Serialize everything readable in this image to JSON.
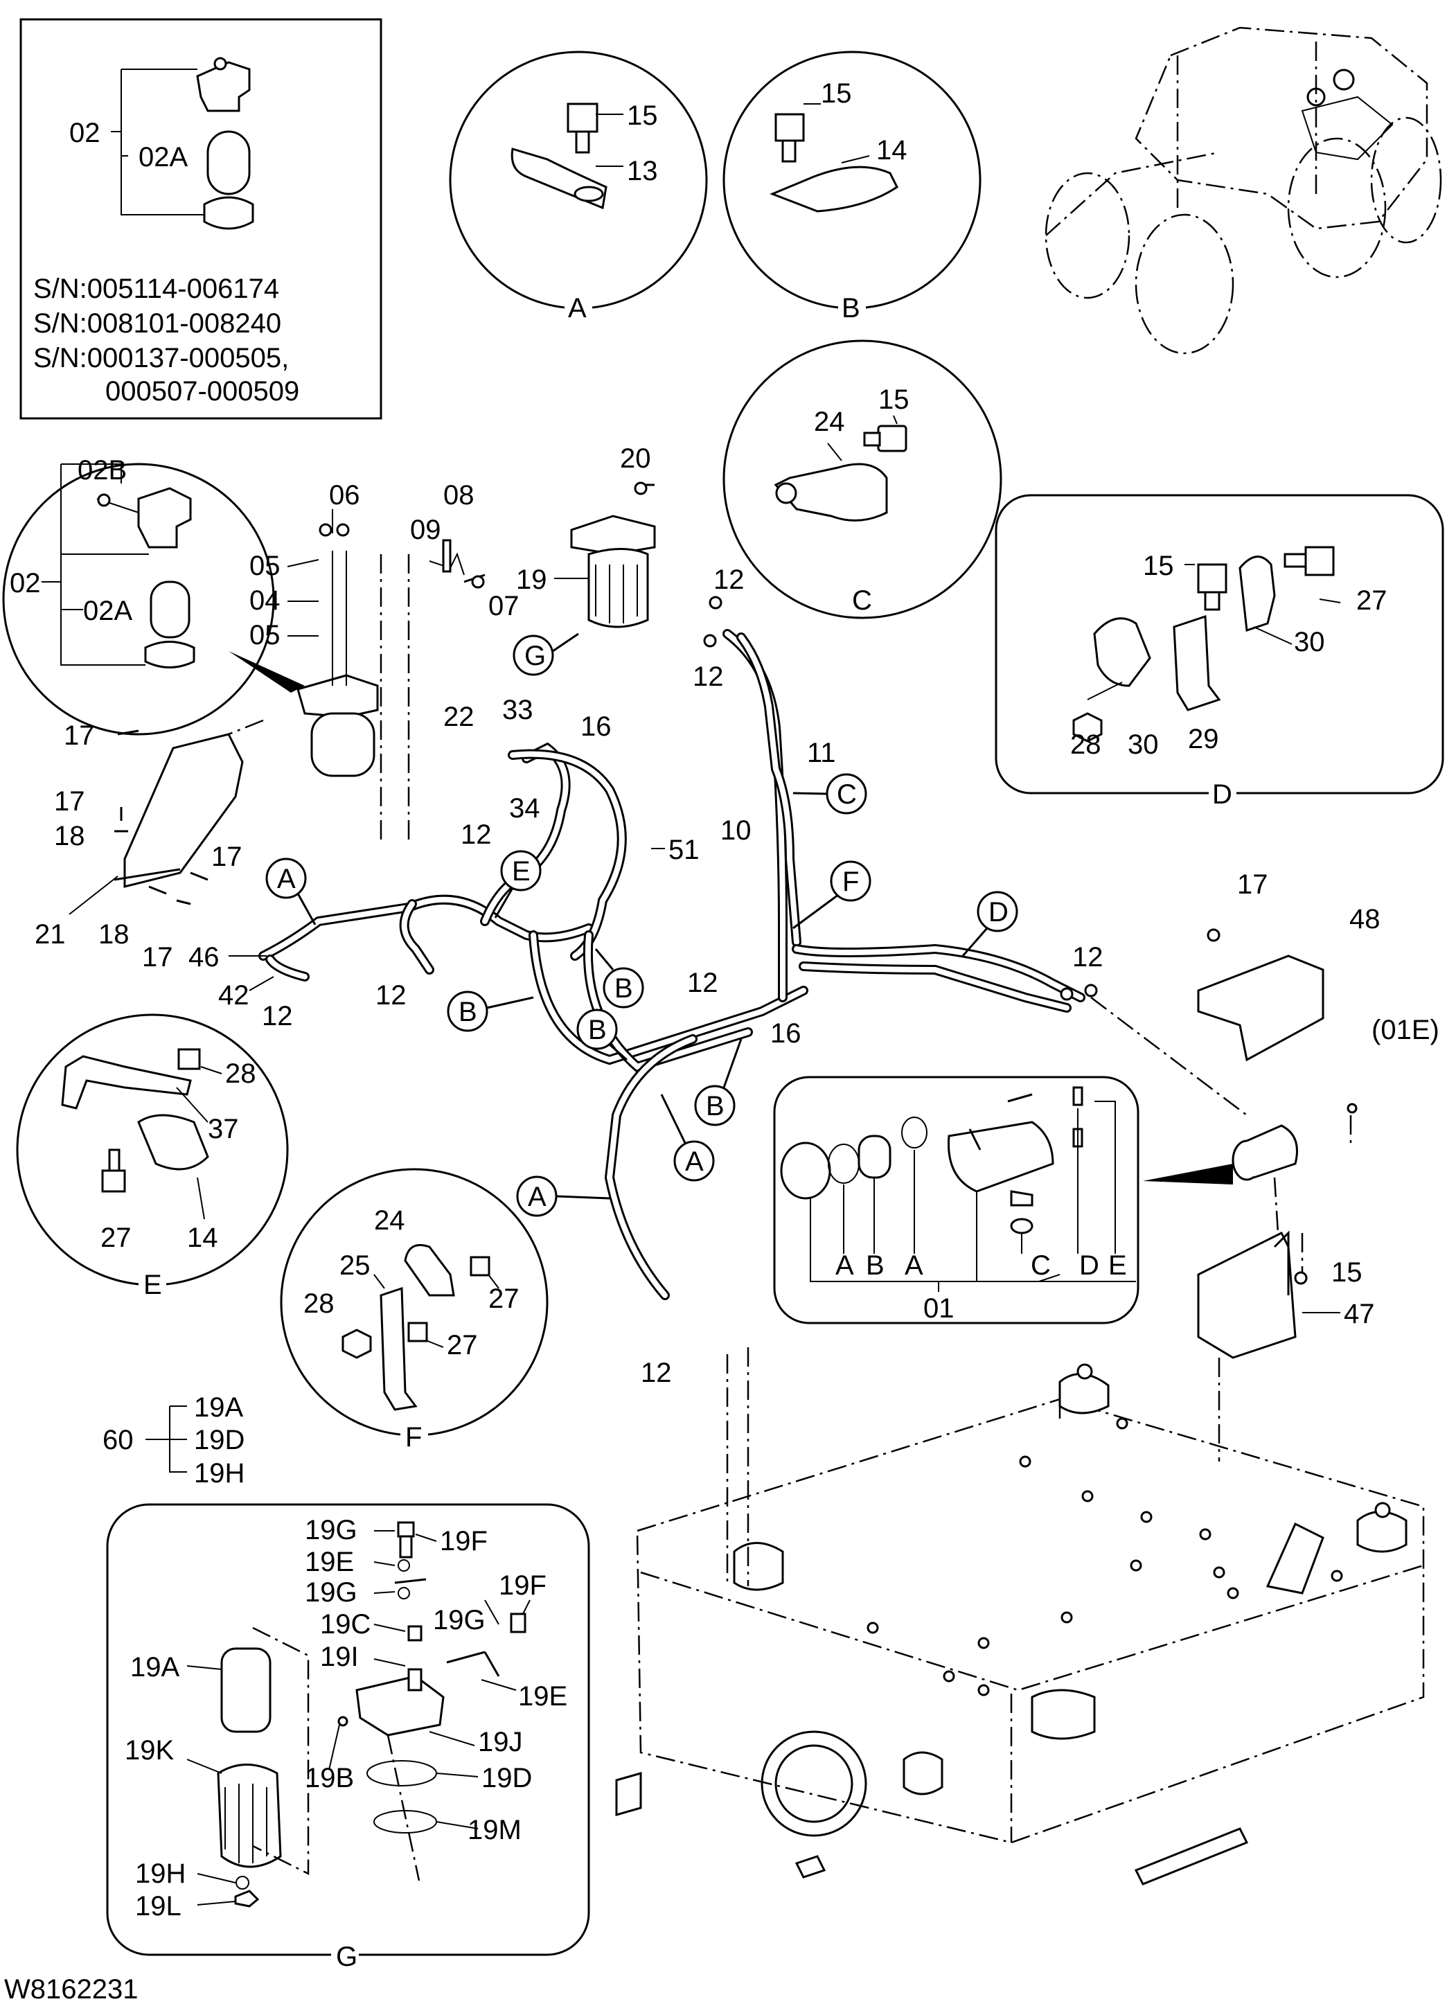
{
  "drawing_id": "W8162231",
  "serial_box": {
    "lines": [
      "S/N:005114-006174",
      "S/N:008101-008240",
      "S/N:000137-000505,",
      "000507-000509"
    ],
    "labels": [
      "02",
      "02A"
    ]
  },
  "callouts": {
    "A": "A",
    "B": "B",
    "C": "C",
    "D": "D",
    "E": "E",
    "F": "F",
    "G": "G"
  },
  "detail_A": {
    "labels": [
      "15",
      "13"
    ],
    "caption": "A"
  },
  "detail_B": {
    "labels": [
      "15",
      "14"
    ],
    "caption": "B"
  },
  "detail_C": {
    "labels": [
      "24",
      "15"
    ],
    "caption": "C"
  },
  "detail_D": {
    "labels": [
      "15",
      "27",
      "30",
      "28",
      "30",
      "29"
    ],
    "caption": "D"
  },
  "detail_E": {
    "labels": [
      "28",
      "37",
      "27",
      "14"
    ],
    "caption": "E"
  },
  "detail_F": {
    "labels": [
      "24",
      "25",
      "27",
      "28",
      "27"
    ],
    "caption": "F"
  },
  "detail_G": {
    "labels": [
      "19G",
      "19F",
      "19E",
      "19G",
      "19F",
      "19G",
      "19C",
      "19I",
      "19E",
      "19A",
      "19J",
      "19K",
      "19B",
      "19D",
      "19M",
      "19H",
      "19L"
    ],
    "caption": "G"
  },
  "detail_02": {
    "labels": [
      "02B",
      "02",
      "02A"
    ]
  },
  "detail_01": {
    "labels": [
      "A",
      "B",
      "A",
      "C",
      "D",
      "E",
      "01"
    ]
  },
  "kit_60": {
    "labels": [
      "60",
      "19A",
      "19D",
      "19H"
    ]
  },
  "main_labels": {
    "l06": "06",
    "l08": "08",
    "l09": "09",
    "l05a": "05",
    "l04": "04",
    "l05b": "05",
    "l07": "07",
    "l20": "20",
    "l19": "19",
    "l12a": "12",
    "l12b": "12",
    "l17a": "17",
    "l17b": "17",
    "l18a": "18",
    "l17c": "17",
    "l21": "21",
    "l18b": "18",
    "l17d": "17",
    "l46": "46",
    "l42": "42",
    "l12c": "12",
    "l12d": "12",
    "l22": "22",
    "l33": "33",
    "l16a": "16",
    "l34": "34",
    "l12e": "12",
    "l51": "51",
    "l11": "11",
    "l10": "10",
    "l12f": "12",
    "l16b": "16",
    "l12g": "12",
    "l12h": "12",
    "l17e": "17",
    "l48": "48",
    "l01e": "(01E)",
    "l15": "15",
    "l47": "47"
  }
}
